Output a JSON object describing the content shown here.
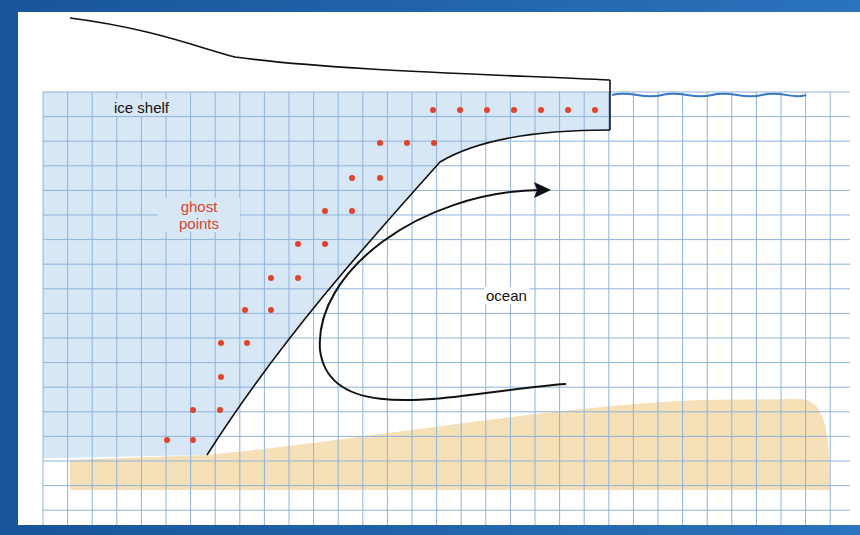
{
  "diagram": {
    "labels": [
      "ice shelf",
      "ghost points",
      "ocean"
    ]
  }
}
